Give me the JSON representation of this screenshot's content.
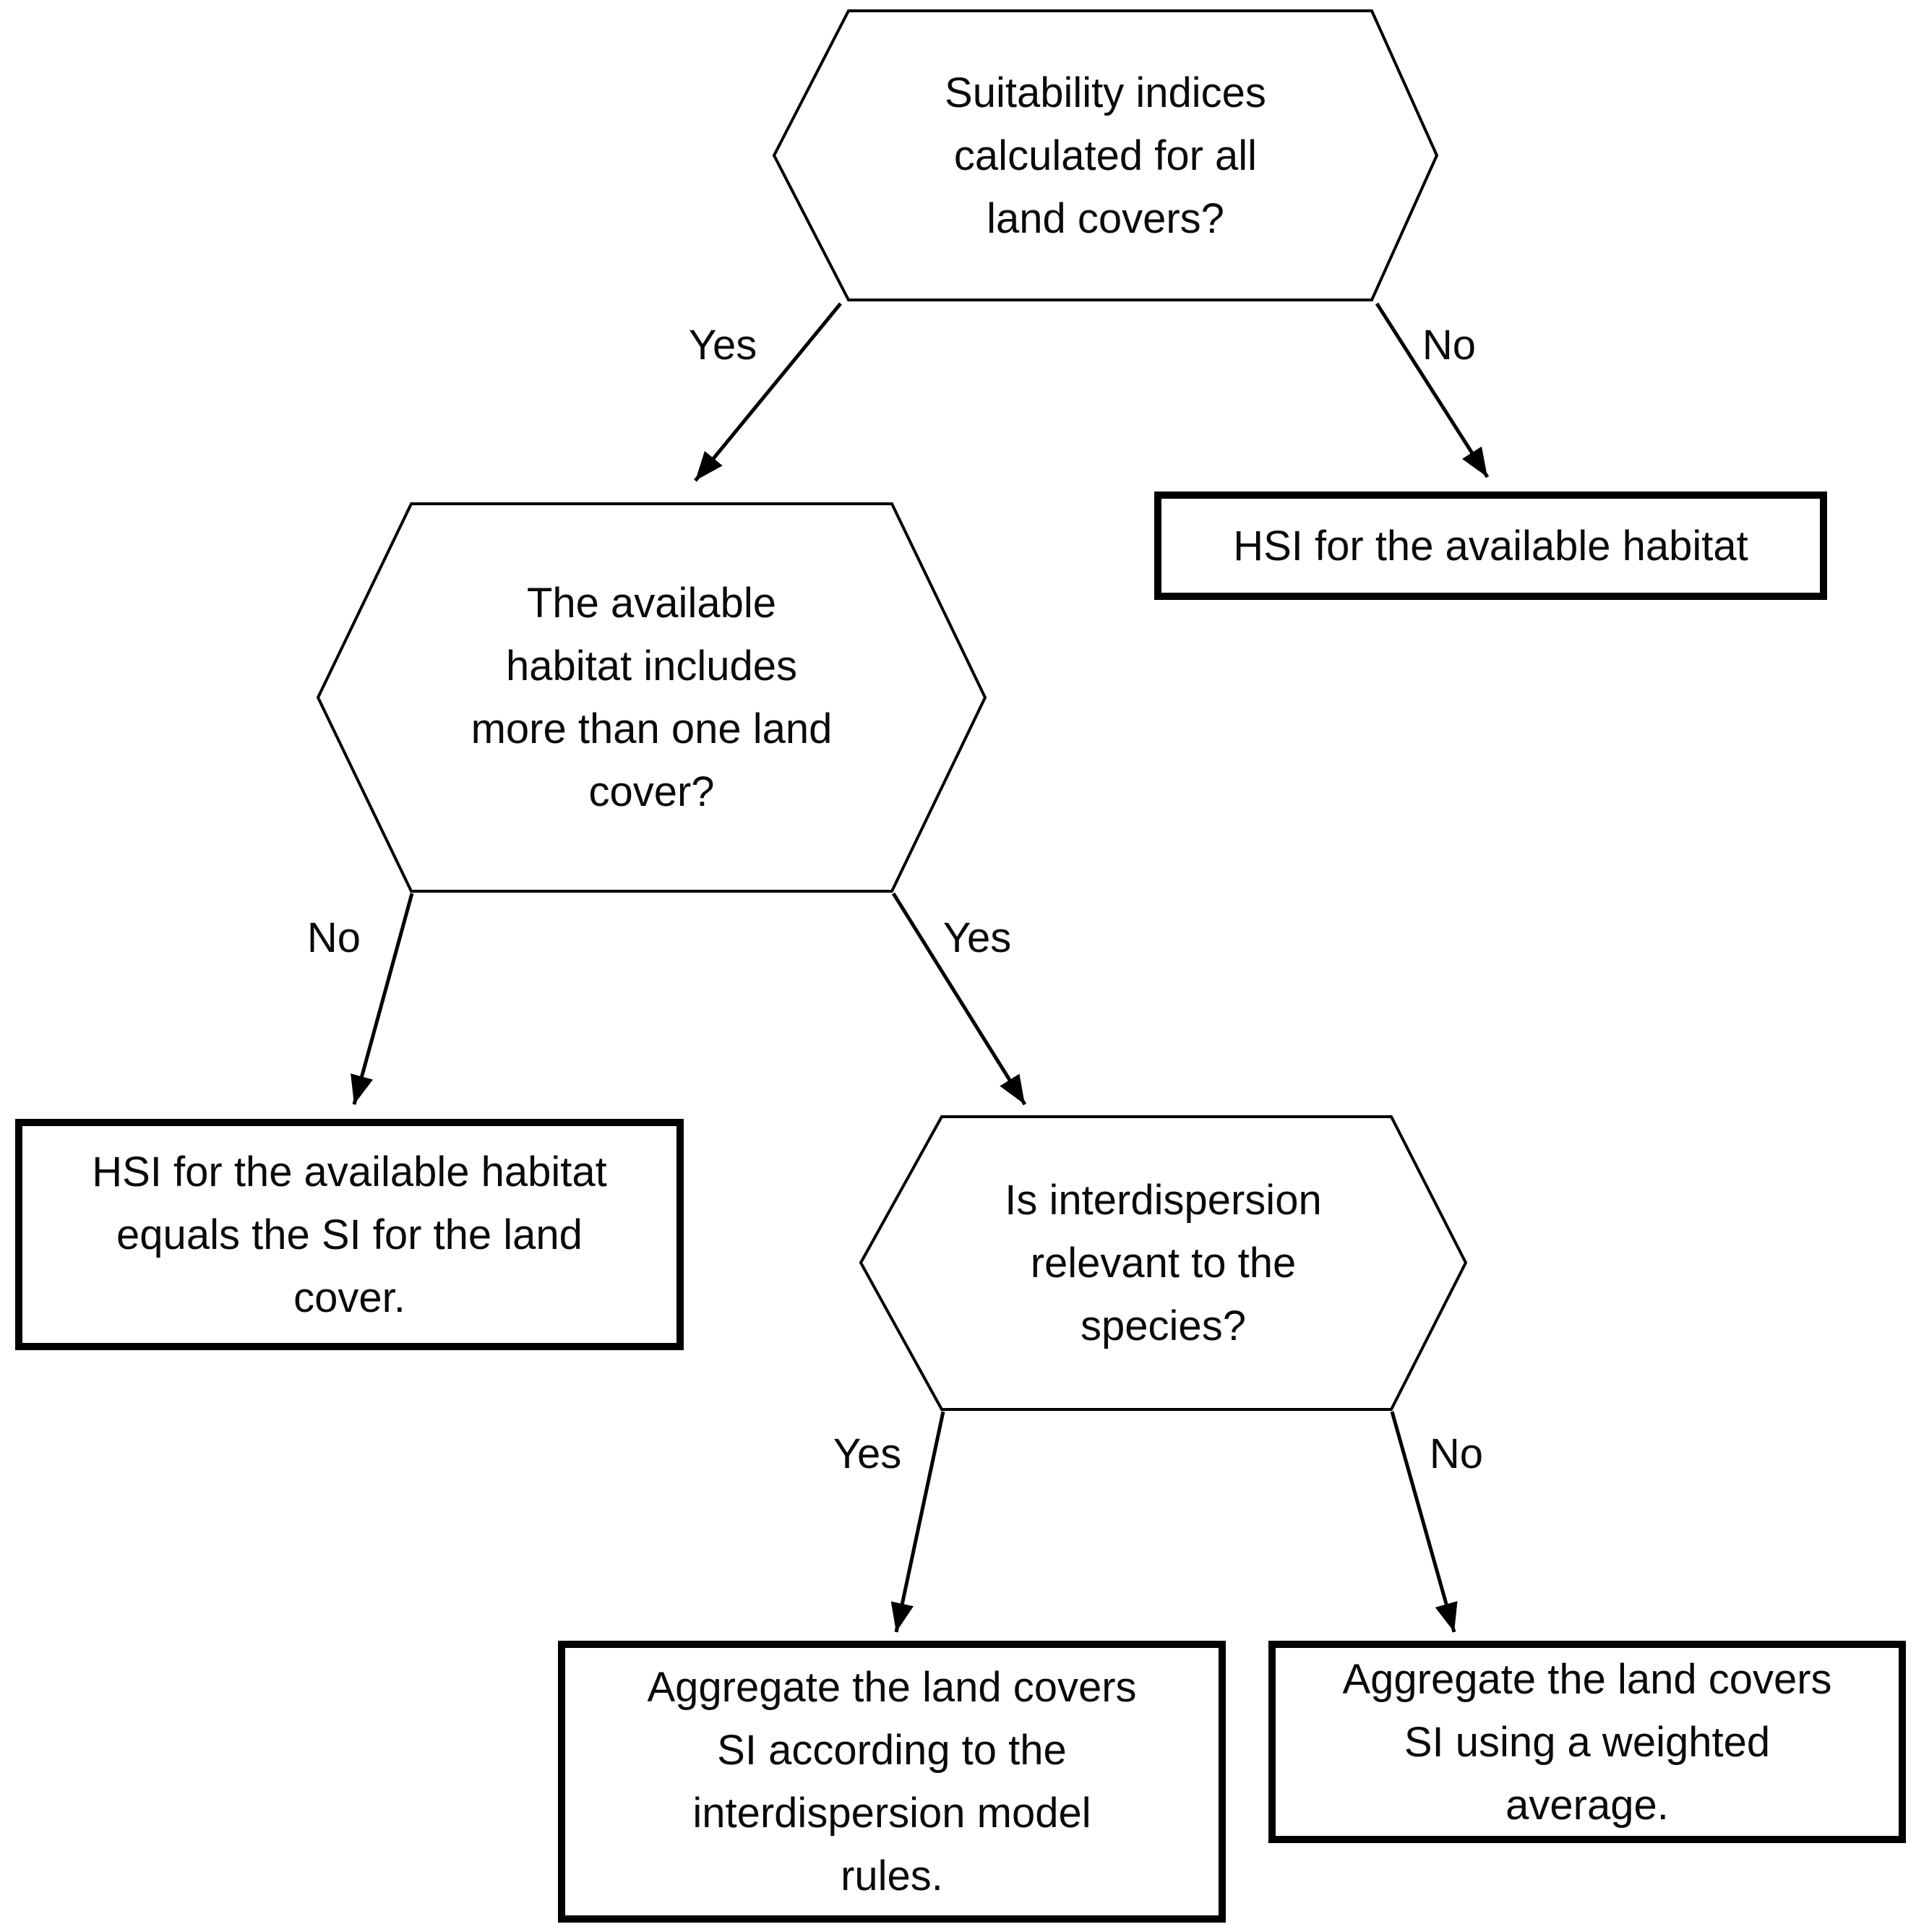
{
  "diagram": {
    "type": "flowchart-decision-tree",
    "background_color": "#ffffff",
    "line_color": "#000000",
    "text_color": "#0a0a0a",
    "nodes": [
      {
        "id": "q1",
        "shape": "hexagon",
        "role": "decision",
        "label": "Suitability indices\ncalculated for all\nland covers?"
      },
      {
        "id": "r1",
        "shape": "rectangle",
        "role": "result",
        "label": "HSI for the available habitat"
      },
      {
        "id": "q2",
        "shape": "hexagon",
        "role": "decision",
        "label": "The available\nhabitat includes\nmore than one land\ncover?"
      },
      {
        "id": "r2",
        "shape": "rectangle",
        "role": "result",
        "label": "HSI for the available habitat\nequals the SI for the land\ncover."
      },
      {
        "id": "q3",
        "shape": "hexagon",
        "role": "decision",
        "label": "Is interdispersion\nrelevant to the\nspecies?"
      },
      {
        "id": "r3",
        "shape": "rectangle",
        "role": "result",
        "label": "Aggregate the land covers\nSI according to the\ninterdispersion model\nrules."
      },
      {
        "id": "r4",
        "shape": "rectangle",
        "role": "result",
        "label": "Aggregate the land covers\nSI using a weighted\naverage."
      }
    ],
    "edges": [
      {
        "from": "q1",
        "to": "q2",
        "label": "Yes"
      },
      {
        "from": "q1",
        "to": "r1",
        "label": "No"
      },
      {
        "from": "q2",
        "to": "r2",
        "label": "No"
      },
      {
        "from": "q2",
        "to": "q3",
        "label": "Yes"
      },
      {
        "from": "q3",
        "to": "r3",
        "label": "Yes"
      },
      {
        "from": "q3",
        "to": "r4",
        "label": "No"
      }
    ]
  }
}
